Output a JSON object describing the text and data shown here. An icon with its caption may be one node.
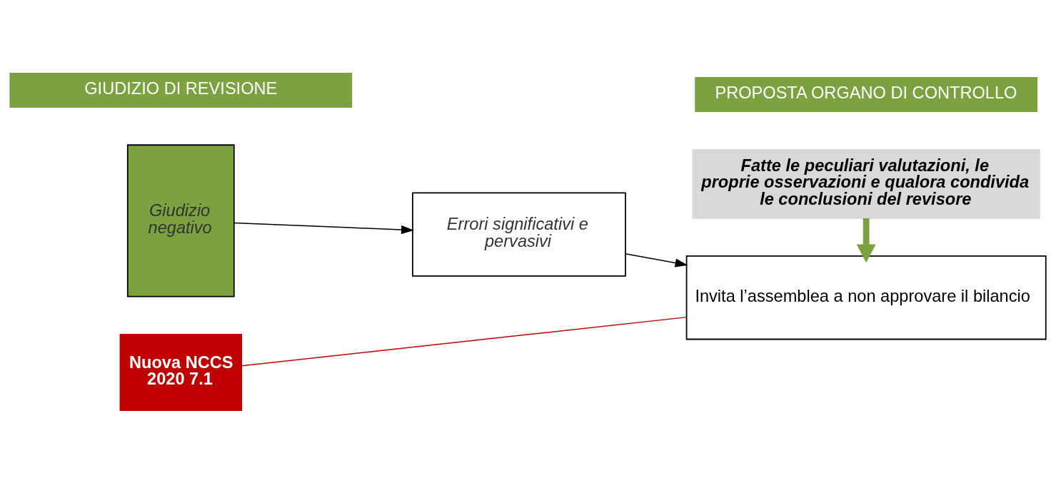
{
  "diagram": {
    "nodes": [
      {
        "text": [
          "GIUDIZIO DI REVISIONE"
        ]
      },
      {
        "text": [
          "PROPOSTA ORGANO DI CONTROLLO"
        ]
      },
      {
        "text": [
          "Fatte le peculiari valutazioni, le proprie osservazioni e qualora condivida le conclusioni del revisore"
        ]
      },
      {
        "text": [
          "Giudizio negativo"
        ]
      },
      {
        "text": [
          "Errori significativi e pervasivi"
        ]
      },
      {
        "text": [
          "Invita l’assemblea a non approvare il bilancio"
        ]
      },
      {
        "text": [
          "Nuova NCCS 2020 7.1"
        ]
      }
    ],
    "edges": [
      {
        "from": 3,
        "to": 4,
        "arrow": "to"
      },
      {
        "from": 4,
        "to": 5,
        "arrow": "to"
      },
      {
        "from": 2,
        "to": 5,
        "arrow": "to",
        "style": "thick",
        "color": "#7ba23f"
      },
      {
        "from": 6,
        "to": 5,
        "arrow": "none",
        "color": "#c00000"
      }
    ]
  }
}
